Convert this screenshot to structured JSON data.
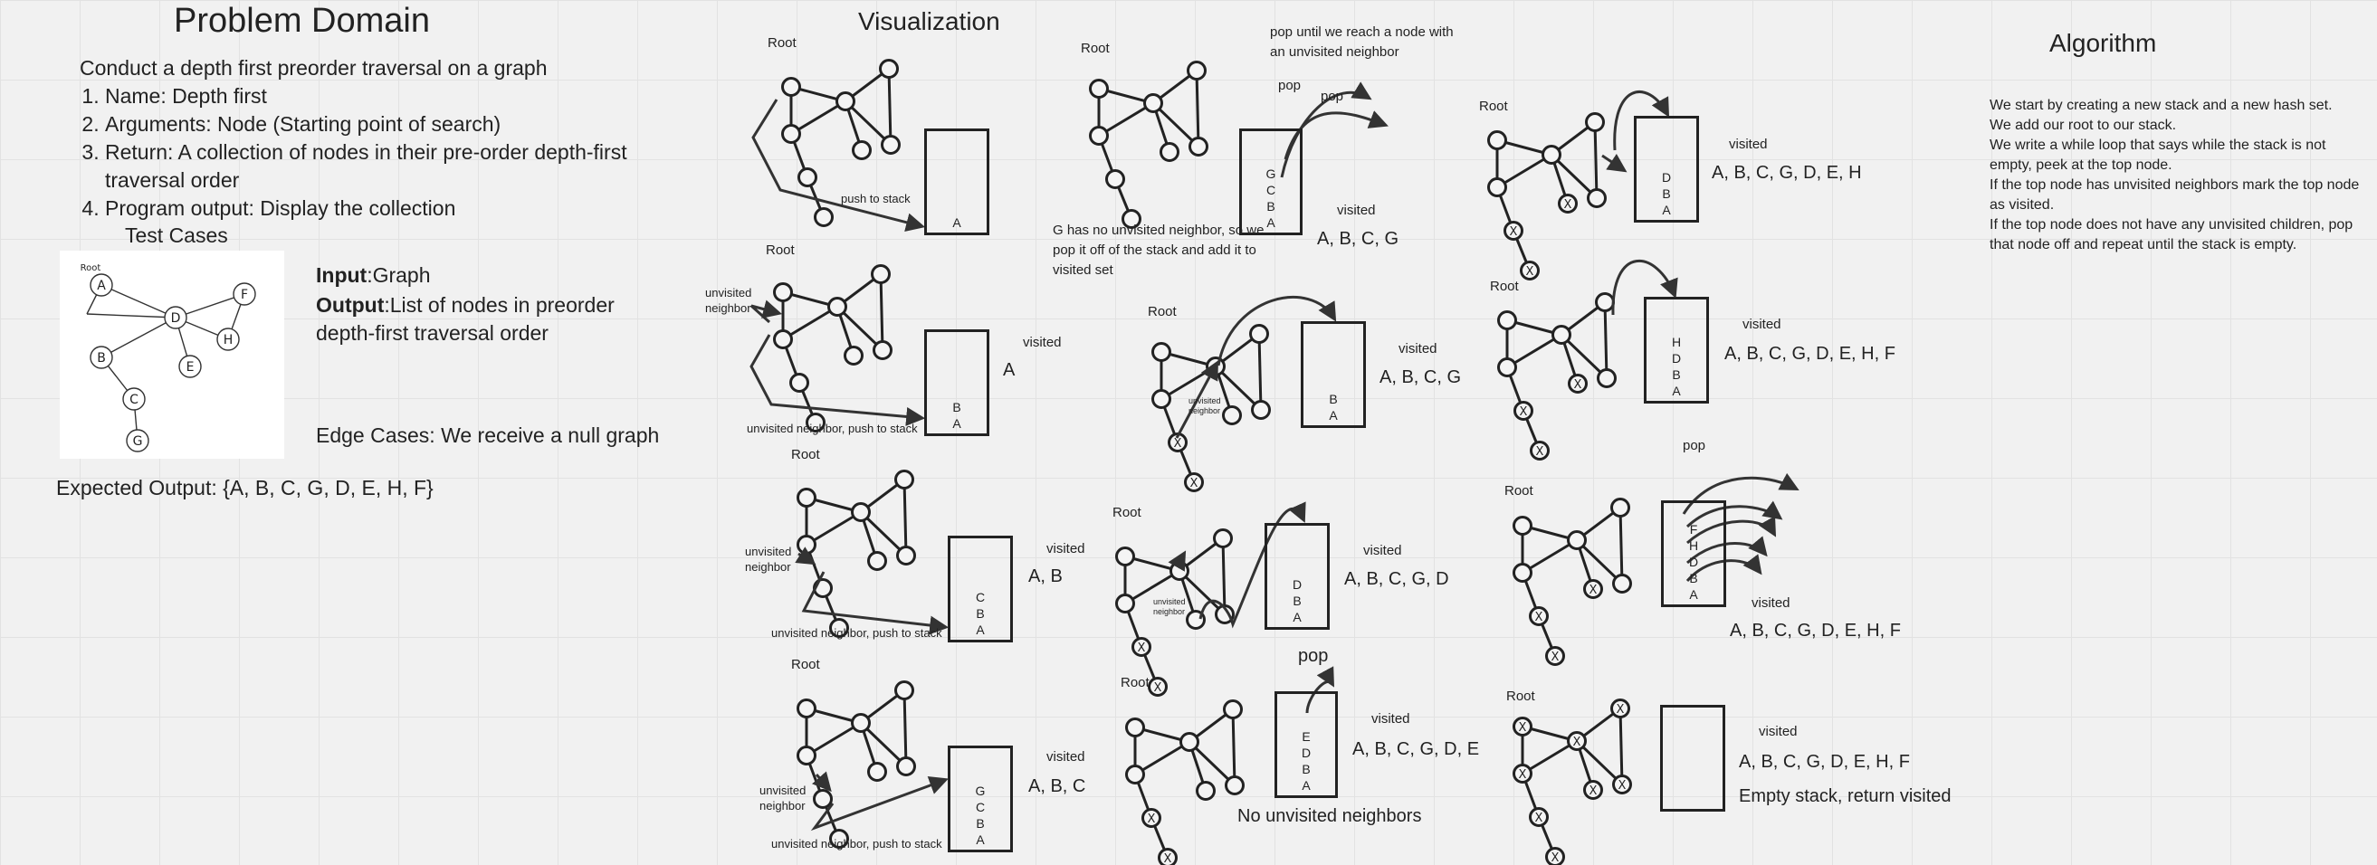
{
  "problem": {
    "title": "Problem Domain",
    "intro": "Conduct a depth first preorder traversal on a graph",
    "items": [
      "Name: Depth first",
      "Arguments: Node (Starting point of search)",
      "Return: A collection of nodes in their pre-order depth-first traversal order",
      "Program output: Display the collection"
    ],
    "test_cases": "Test Cases",
    "input_label": "Input",
    "input_value": ":Graph",
    "output_label": "Output",
    "output_value": ":List of nodes in preorder depth-first traversal order",
    "edge_cases": "Edge Cases: We receive a null graph",
    "expected": "Expected Output: {A, B, C, G, D, E, H, F}",
    "sketch_root": "Root",
    "sketch_nodes": [
      "A",
      "F",
      "D",
      "H",
      "B",
      "E",
      "C",
      "G"
    ]
  },
  "visualization": {
    "title": "Visualization",
    "labels": {
      "root": "Root",
      "visited": "visited",
      "pop": "pop",
      "push_to_stack": "push to stack",
      "unvisited_neighbor": "unvisited neighbor",
      "unvisited_neighbor_push": "unvisited neighbor, push to stack",
      "pop_until": "pop until we reach a node with an unvisited neighbor",
      "g_no_neighbor": "G has no unvisited neighbor, so we pop it off of the stack and add it to visited set",
      "no_unvisited": "No unvisited neighbors",
      "empty_stack": "Empty stack, return visited",
      "x": "X"
    },
    "stacks": {
      "s1": [
        "A"
      ],
      "s2": [
        "B",
        "A"
      ],
      "s3": [
        "C",
        "B",
        "A"
      ],
      "s4": [
        "G",
        "C",
        "B",
        "A"
      ],
      "s5": [
        "G",
        "C",
        "B",
        "A"
      ],
      "s6": [
        "B",
        "A"
      ],
      "s7": [
        "D",
        "B",
        "A"
      ],
      "s8": [
        "E",
        "D",
        "B",
        "A"
      ],
      "s9": [
        "D",
        "B",
        "A"
      ],
      "s10": [
        "H",
        "D",
        "B",
        "A"
      ],
      "s11": [
        "F",
        "H",
        "D",
        "B",
        "A"
      ],
      "s12": []
    },
    "visited": {
      "v2": "A",
      "v3": "A, B",
      "v4": "A, B, C",
      "v5": "A, B, C, G",
      "v6": "A, B, C, G",
      "v7": "A, B, C, G, D",
      "v8": "A, B, C, G, D, E",
      "v9": "A, B, C, G, D, E, H",
      "v10": "A, B, C, G, D, E, H, F",
      "v11": "A, B, C, G, D, E, H, F",
      "v12": "A, B, C, G, D, E, H, F"
    }
  },
  "algorithm": {
    "title": "Algorithm",
    "lines": [
      "We start by creating a new stack and a new hash set.",
      "We add our root to our stack.",
      "We write a while loop that says while the stack is not empty, peek at the top node.",
      "If the top node has unvisited neighbors mark the top node as visited.",
      "If the top node does not have any unvisited children, pop that node off and repeat until the stack is empty."
    ]
  }
}
